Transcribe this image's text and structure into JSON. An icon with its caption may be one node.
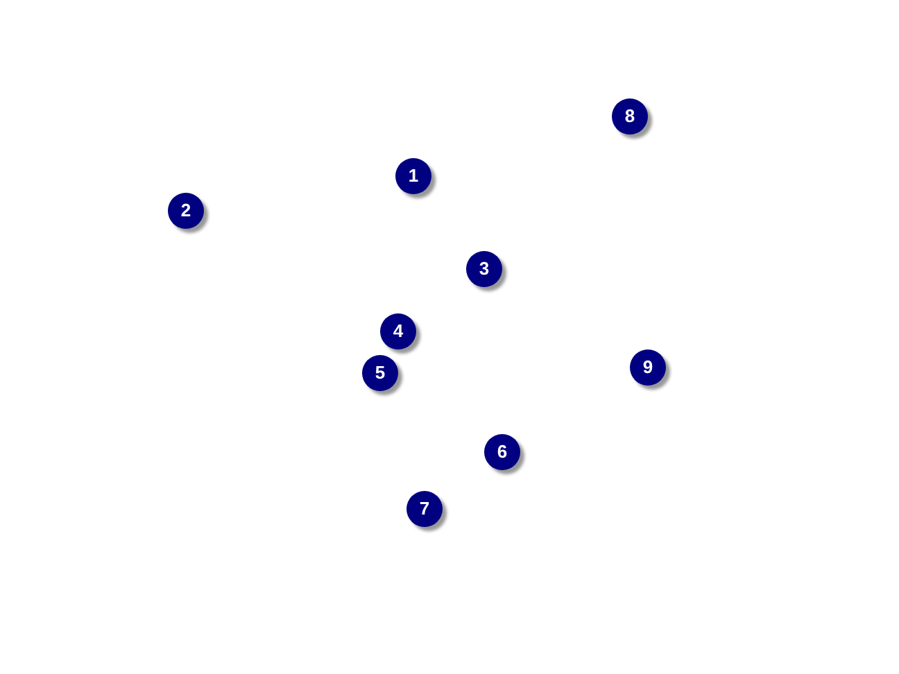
{
  "diagram": {
    "nodes": [
      {
        "text": [
          "1"
        ]
      },
      {
        "text": [
          "2"
        ]
      },
      {
        "text": [
          "3"
        ]
      },
      {
        "text": [
          "4"
        ]
      },
      {
        "text": [
          "5"
        ]
      },
      {
        "text": [
          "6"
        ]
      },
      {
        "text": [
          "7"
        ]
      },
      {
        "text": [
          "8"
        ]
      },
      {
        "text": [
          "9"
        ]
      }
    ]
  }
}
